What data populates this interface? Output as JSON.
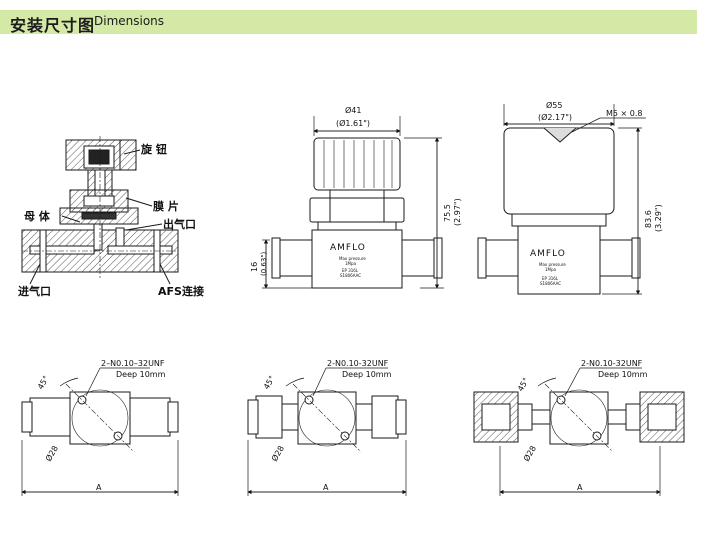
{
  "header": {
    "title_zh": "安装尺寸图",
    "title_en": "Dimensions"
  },
  "parts": {
    "handle": "旋 钮",
    "body": "母 体",
    "diaphragm": "膜 片",
    "outlet": "出气口",
    "inlet": "进气口",
    "fitting": "AFS连接"
  },
  "front_view_1": {
    "width_mm": "Ø41",
    "width_in": "(Ø1.61\")",
    "height_mm": "75.5",
    "height_in": "(2.97\")",
    "base_mm": "16",
    "base_in": "(0.63\")",
    "brand": "AMFLO",
    "label_pressure": "Max pressure",
    "label_pressure2": "1Mpa",
    "label_model": "EP 316L",
    "label_serial": "S1806AAC"
  },
  "front_view_2": {
    "width_mm": "Ø55",
    "width_in": "(Ø2.17\")",
    "thread": "M5 × 0.8",
    "height_mm": "83.6",
    "height_in": "(3.29\")",
    "brand": "AMFLO",
    "label_pressure": "Max pressure",
    "label_pressure2": "1Mpa",
    "label_model": "EP 316L",
    "label_serial": "S1806AAC"
  },
  "bottom_views": [
    {
      "thread": "2–N0.10–32UNF",
      "deep": "Deep 10mm",
      "angle": "45°",
      "dia": "Ø28",
      "dim": "A"
    },
    {
      "thread": "2-N0.10-32UNF",
      "deep": "Deep 10mm",
      "angle": "45°",
      "dia": "Ø28",
      "dim": "A"
    },
    {
      "thread": "2-N0.10-32UNF",
      "deep": "Deep 10mm",
      "angle": "45°",
      "dia": "Ø28",
      "dim": "A"
    }
  ],
  "colors": {
    "header_bg": "#d3e9a5",
    "line": "#1a1a1a",
    "hatch": "#555555"
  }
}
